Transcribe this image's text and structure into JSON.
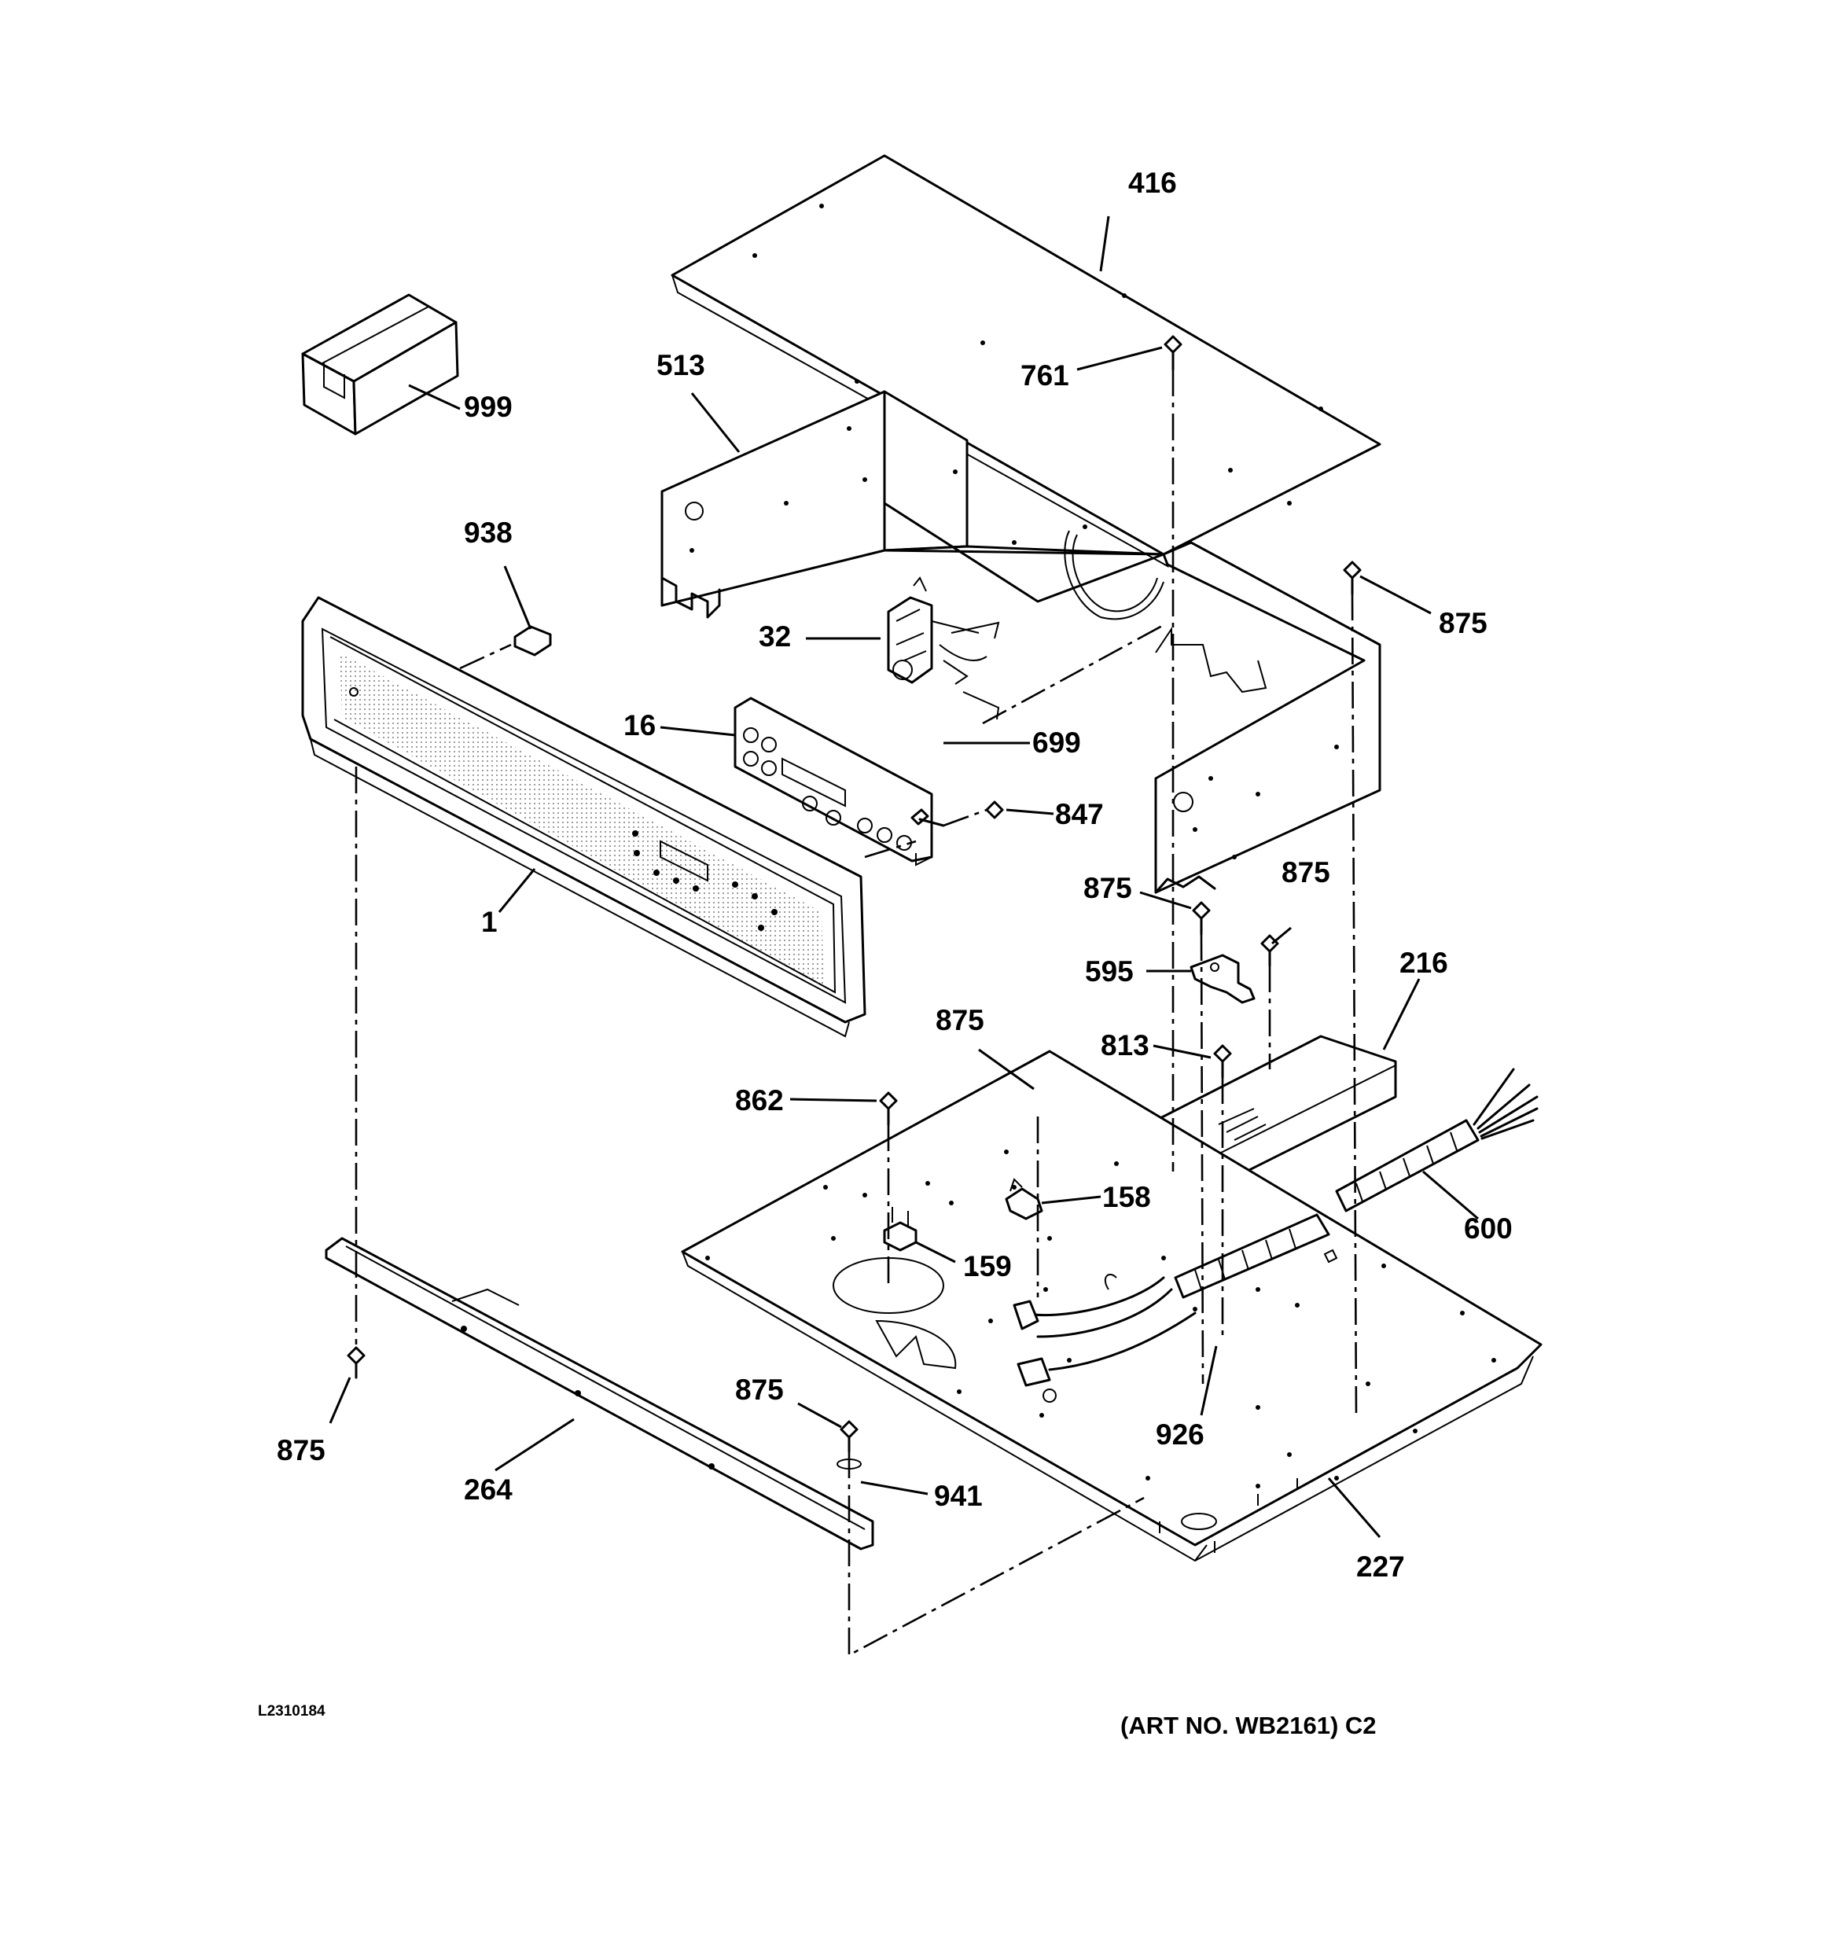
{
  "labels": {
    "l416": "416",
    "l761": "761",
    "l513": "513",
    "l999": "999",
    "l938": "938",
    "l32": "32",
    "l875_a": "875",
    "l16": "16",
    "l699": "699",
    "l847": "847",
    "l1": "1",
    "l875_b": "875",
    "l875_c": "875",
    "l216": "216",
    "l595": "595",
    "l875_d": "875",
    "l813": "813",
    "l862": "862",
    "l158": "158",
    "l600": "600",
    "l159": "159",
    "l875_e": "875",
    "l926": "926",
    "l875_f": "875",
    "l941": "941",
    "l264": "264",
    "l227": "227"
  },
  "drawing_code": "L2310184",
  "art_number": "(ART NO. WB2161) C2"
}
